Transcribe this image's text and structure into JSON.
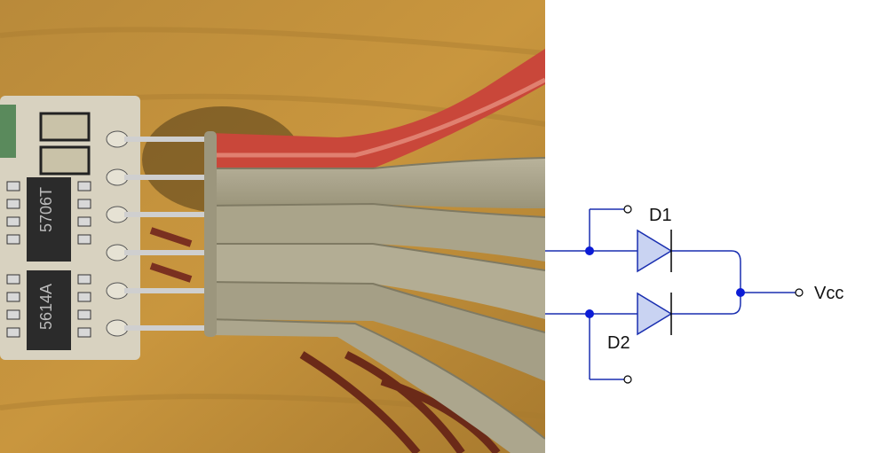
{
  "photo": {
    "subject": "small circuit board with ribbon cable soldered to pin header",
    "chip_markings": [
      "5706T",
      "5614A"
    ]
  },
  "schematic": {
    "labels": {
      "d1": "D1",
      "d2": "D2",
      "vcc": "Vcc"
    },
    "colors": {
      "wire": "#1a2fb0",
      "diode_fill": "#c9d3f2",
      "node": "#0c1cd6",
      "terminal": "#ffffff",
      "bar": "#000000"
    }
  }
}
